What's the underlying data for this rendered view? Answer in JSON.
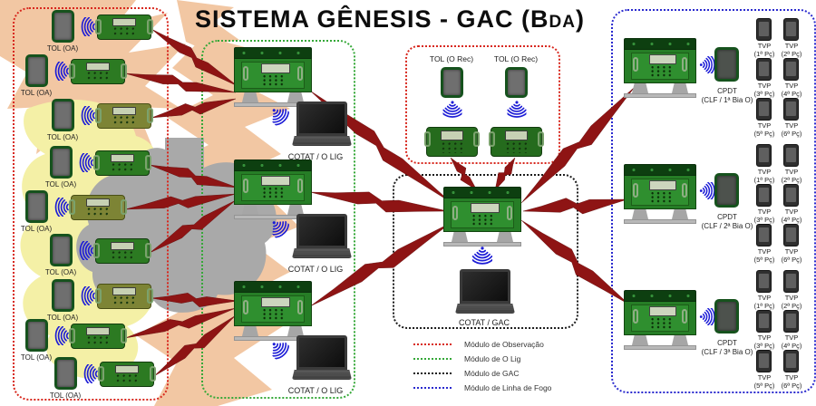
{
  "title": {
    "prefix": "SISTEMA GÊNESIS - GAC (B",
    "small": "DA",
    "suffix": ")"
  },
  "modules": {
    "observation": {
      "rows": [
        {
          "label": "TOL (OA)"
        },
        {
          "label": "TOL (OA)"
        },
        {
          "label": "TOL (OA)"
        },
        {
          "label": "TOL (OA)"
        },
        {
          "label": "TOL (OA)"
        },
        {
          "label": "TOL (OA)"
        },
        {
          "label": "TOL (OA)"
        },
        {
          "label": "TOL (OA)"
        },
        {
          "label": "TOL (OA)"
        }
      ]
    },
    "rec": {
      "units": [
        {
          "label": "TOL (O Rec)"
        },
        {
          "label": "TOL (O Rec)"
        }
      ]
    },
    "olig": {
      "groups": [
        {
          "label": "COTAT / O LIG"
        },
        {
          "label": "COTAT / O LIG"
        },
        {
          "label": "COTAT / O LIG"
        }
      ]
    },
    "gac": {
      "label": "COTAT / GAC"
    },
    "fire": {
      "groups": [
        {
          "cpdt_title": "CPDT",
          "cpdt_subtitle": "(CLF / 1ª Bia O)",
          "tvp": [
            {
              "title": "TVP",
              "subtitle": "(1ª Pç)"
            },
            {
              "title": "TVP",
              "subtitle": "(2ª Pç)"
            },
            {
              "title": "TVP",
              "subtitle": "(3ª Pç)"
            },
            {
              "title": "TVP",
              "subtitle": "(4ª Pç)"
            },
            {
              "title": "TVP",
              "subtitle": "(5ª Pç)"
            },
            {
              "title": "TVP",
              "subtitle": "(6ª Pç)"
            }
          ]
        },
        {
          "cpdt_title": "CPDT",
          "cpdt_subtitle": "(CLF / 2ª Bia O)",
          "tvp": [
            {
              "title": "TVP",
              "subtitle": "(1ª Pç)"
            },
            {
              "title": "TVP",
              "subtitle": "(2ª Pç)"
            },
            {
              "title": "TVP",
              "subtitle": "(3ª Pç)"
            },
            {
              "title": "TVP",
              "subtitle": "(4ª Pç)"
            },
            {
              "title": "TVP",
              "subtitle": "(5ª Pç)"
            },
            {
              "title": "TVP",
              "subtitle": "(6ª Pç)"
            }
          ]
        },
        {
          "cpdt_title": "CPDT",
          "cpdt_subtitle": "(CLF / 3ª Bia O)",
          "tvp": [
            {
              "title": "TVP",
              "subtitle": "(1ª Pç)"
            },
            {
              "title": "TVP",
              "subtitle": "(2ª Pç)"
            },
            {
              "title": "TVP",
              "subtitle": "(3ª Pç)"
            },
            {
              "title": "TVP",
              "subtitle": "(4ª Pç)"
            },
            {
              "title": "TVP",
              "subtitle": "(5ª Pç)"
            },
            {
              "title": "TVP",
              "subtitle": "(6ª Pç)"
            }
          ]
        }
      ]
    }
  },
  "legend": [
    {
      "label": "Módulo de Observação",
      "color": "#d8281e"
    },
    {
      "label": "Módulo de O Lig",
      "color": "#35a838"
    },
    {
      "label": "Módulo de GAC",
      "color": "#1c1c1c"
    },
    {
      "label": "Módulo de Linha de Fogo",
      "color": "#2a2ace"
    }
  ],
  "bolt_color": "#8e1414"
}
